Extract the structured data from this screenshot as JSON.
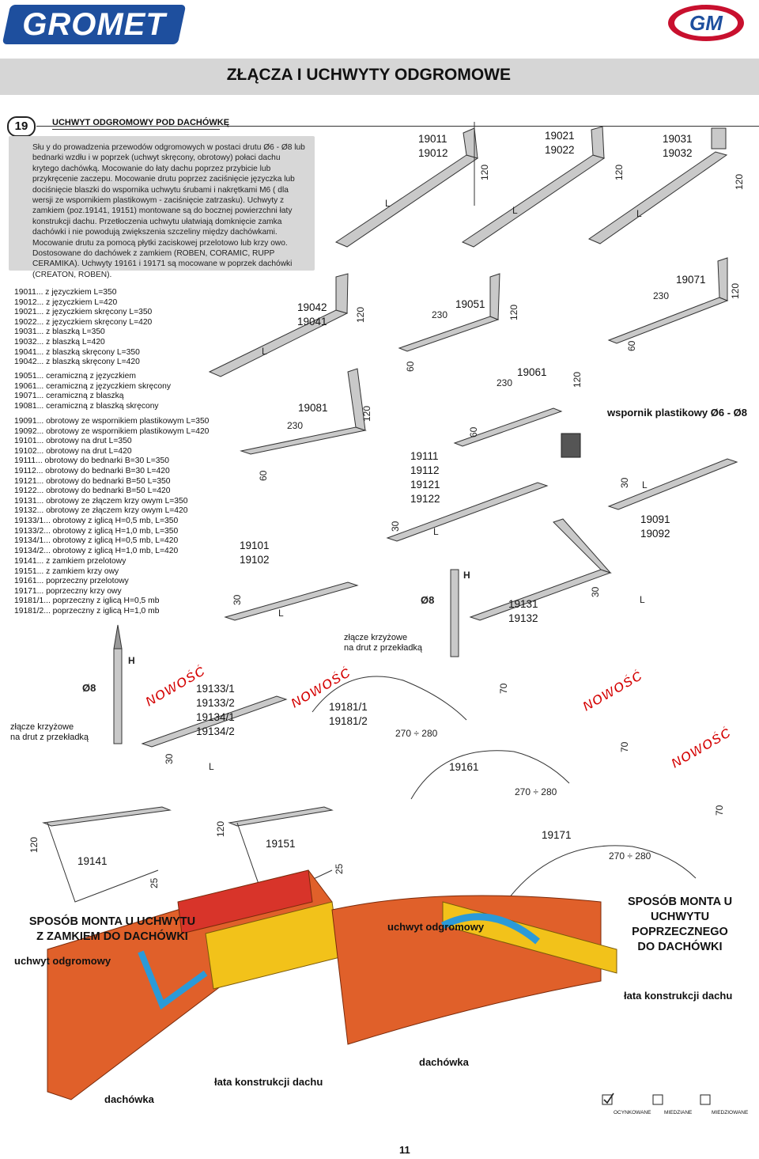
{
  "brand": {
    "logo_text": "GROMET",
    "gm_text": "GM"
  },
  "page_title": "ZŁĄCZA I UCHWYTY ODGROMOWE",
  "section": {
    "number": "19",
    "heading": "UCHWYT ODGROMOWY POD DACHÓWKĘ",
    "description": "Słu y do prowadzenia przewodów odgromowych w postaci drutu Ø6 - Ø8 lub bednarki wzdłu i w poprzek (uchwyt skręcony, obrotowy) połaci dachu krytego dachówką. Mocowanie do łaty dachu poprzez przybicie lub przykręcenie zaczepu. Mocowanie drutu poprzez zaciśnięcie języczka lub dociśnięcie blaszki do wspornika uchwytu śrubami i nakrętkami M6 ( dla wersji ze wspornikiem plastikowym - zaciśnięcie zatrzasku). Uchwyty z zamkiem (poz.19141, 19151) montowane są do bocznej powierzchni łaty konstrukcji dachu. Przetłoczenia uchwytu ułatwiają domknięcie zamka dachówki i nie powodują zwiększenia szczeliny między dachówkami. Mocowanie drutu za pomocą płytki zaciskowej przelotowo lub krzy owo. Dostosowane do dachówek z zamkiem (ROBEN, CORAMIC, RUPP CERAMIKA). Uchwyty 19161 i 19171 są mocowane w poprzek dachówki (CREATON, ROBEN)."
  },
  "product_list": [
    [
      "19011... z języczkiem L=350",
      "19012... z języczkiem L=420",
      "19021... z języczkiem skręcony L=350",
      "19022... z języczkiem skręcony L=420",
      "19031... z blaszką L=350",
      "19032... z blaszką L=420",
      "19041... z blaszką skręcony L=350",
      "19042... z blaszką skręcony L=420"
    ],
    [
      "19051... ceramiczną z języczkiem",
      "19061... ceramiczną z języczkiem skręcony",
      "19071... ceramiczną z blaszką",
      "19081... ceramiczną z blaszką skręcony"
    ],
    [
      "19091... obrotowy ze wspornikiem plastikowym L=350",
      "19092... obrotowy ze wspornikiem plastikowym L=420",
      "19101... obrotowy na drut L=350",
      "19102... obrotowy na drut L=420",
      "19111... obrotowy do bednarki B=30 L=350",
      "19112... obrotowy do bednarki B=30 L=420",
      "19121... obrotowy do bednarki B=50 L=350",
      "19122... obrotowy do bednarki B=50 L=420",
      "19131... obrotowy ze złączem krzy owym L=350",
      "19132... obrotowy ze złączem krzy owym L=420",
      "19133/1... obrotowy z iglicą H=0,5 mb, L=350",
      "19133/2... obrotowy z iglicą H=1,0 mb, L=350",
      "19134/1... obrotowy z iglicą H=0,5 mb, L=420",
      "19134/2... obrotowy z iglicą H=1,0 mb, L=420"
    ],
    [
      "19141... z zamkiem przelotowy",
      "19151... z zamkiem krzy owy",
      "19161... poprzeczny przelotowy",
      "19171... poprzeczny krzy owy",
      "19181/1... poprzeczny z iglicą H=0,5 mb",
      "19181/2... poprzeczny z iglicą H=1,0 mb"
    ]
  ],
  "codes": {
    "c19011": "19011\n19012",
    "c19021": "19021\n19022",
    "c19031": "19031\n19032",
    "c19042": "19042\n19041",
    "c19051": "19051",
    "c19071": "19071",
    "c19061": "19061",
    "c19081": "19081",
    "c19111": "19111\n19112\n19121\n19122",
    "c19091": "19091\n19092",
    "c19101": "19101\n19102",
    "c19131": "19131\n19132",
    "c19133": "19133/1\n19133/2\n19134/1\n19134/2",
    "c19181": "19181/1\n19181/2",
    "c19161": "19161",
    "c19171": "19171",
    "c19141": "19141",
    "c19151": "19151"
  },
  "dims": {
    "d120": "120",
    "d230": "230",
    "d60": "60",
    "d30": "30",
    "d25": "25",
    "d70": "70",
    "L": "L",
    "H": "H",
    "phi8": "Ø8",
    "range": "270 ÷ 280"
  },
  "labels": {
    "wspornik": "wspornik plastikowy Ø6 - Ø8",
    "zlacze": "złącze krzyżowe\nna drut z przekładką",
    "nowosc": "NOWOŚĆ",
    "sposob_left": "SPOSÓB MONTA U UCHWYTU\nZ ZAMKIEM DO DACHÓWKI",
    "sposob_right": "SPOSÓB MONTA U\nUCHWYTU\nPOPRZECZNEGO\nDO DACHÓWKI",
    "uchwyt": "uchwyt odgromowy",
    "lata": "łata konstrukcji dachu",
    "dachowka": "dachówka"
  },
  "legend": [
    "OCYNKOWANE",
    "MIEDZIANE",
    "MIEDZIOWANE"
  ],
  "page_number": "11",
  "colors": {
    "brand_blue": "#1e4f9e",
    "gm_red": "#c8102e",
    "roof_tile": "#e0602a",
    "batten": "#f2c21a",
    "bracket_blue": "#2b9ad8",
    "nowosc_red": "#d40000"
  }
}
